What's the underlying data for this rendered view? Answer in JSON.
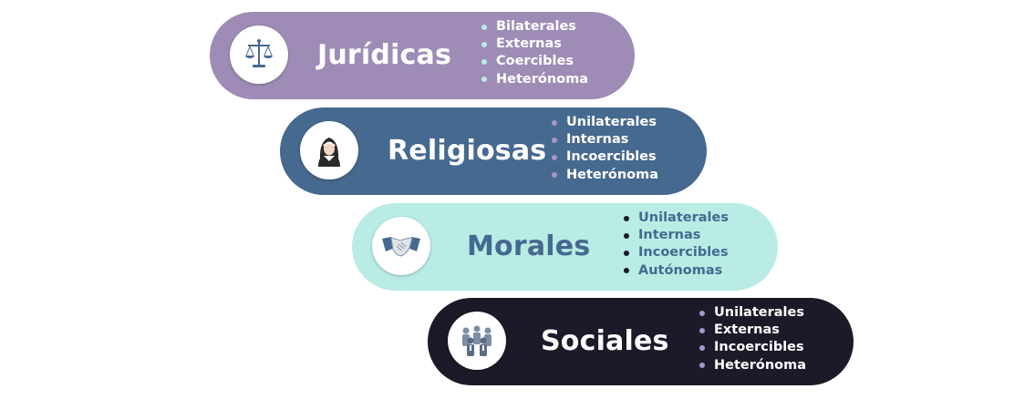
{
  "items": [
    {
      "title": "Jurídicas",
      "icon": "scales-of-justice-icon",
      "bullets": [
        "Bilaterales",
        "Externas",
        "Coercibles",
        "Heterónoma"
      ]
    },
    {
      "title": "Religiosas",
      "icon": "nun-icon",
      "bullets": [
        "Unilaterales",
        "Internas",
        "Incoercibles",
        "Heterónoma"
      ]
    },
    {
      "title": "Morales",
      "icon": "handshake-icon",
      "bullets": [
        "Unilaterales",
        "Internas",
        "Incoercibles",
        "Autónomas"
      ]
    },
    {
      "title": "Sociales",
      "icon": "group-of-people-icon",
      "bullets": [
        "Unilaterales",
        "Externas",
        "Incoercibles",
        "Heterónoma"
      ]
    }
  ],
  "colors": {
    "lavender": "#9e8cb6",
    "steel-blue": "#46698f",
    "mint": "#b8ece5",
    "navy-black": "#1b1a28",
    "white": "#ffffff"
  }
}
